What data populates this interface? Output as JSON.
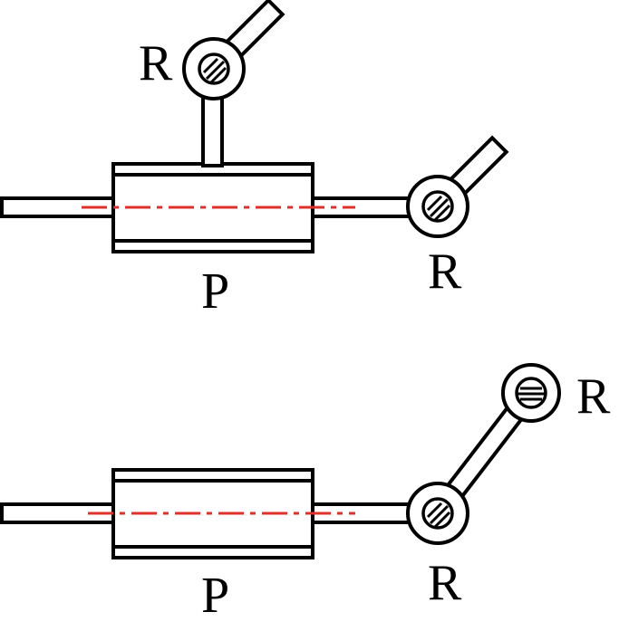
{
  "top_mechanism": {
    "prismatic_label": "P",
    "upper_revolute_label": "R",
    "right_revolute_label": "R"
  },
  "bottom_mechanism": {
    "prismatic_label": "P",
    "lower_revolute_label": "R",
    "upper_revolute_label": "R"
  },
  "colors": {
    "outline": "#000000",
    "axis_line": "#e0302a",
    "background": "#ffffff"
  }
}
